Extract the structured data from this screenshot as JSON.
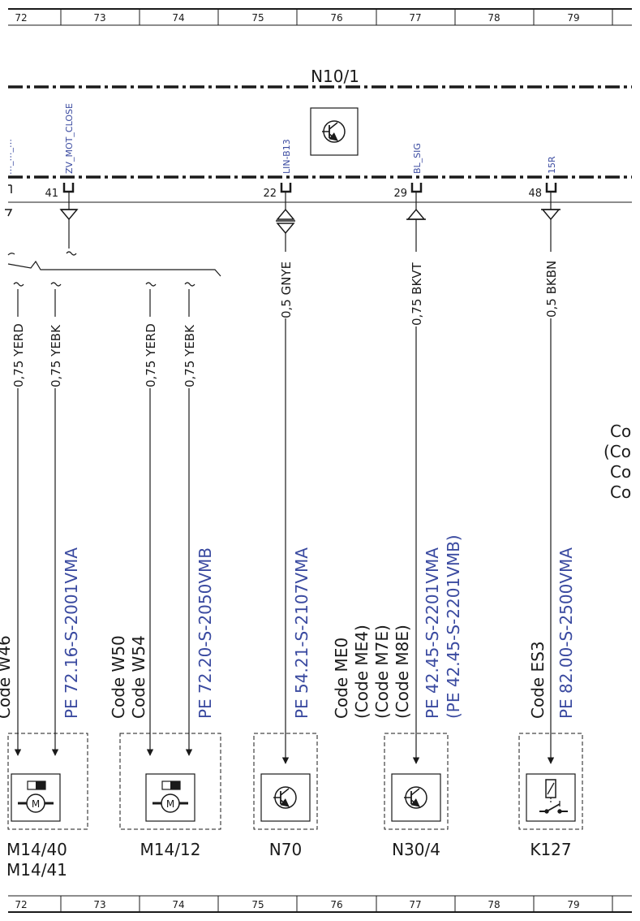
{
  "grid": {
    "columns": [
      "72",
      "73",
      "74",
      "75",
      "76",
      "77",
      "78",
      "79"
    ]
  },
  "module": {
    "name": "N10/1"
  },
  "pins": [
    {
      "signal": "ZV_MOT_CLOSE",
      "number": "41"
    },
    {
      "signal": "LIN-B13",
      "number": "22"
    },
    {
      "signal": "BL_SIG",
      "number": "29"
    },
    {
      "signal": "15R",
      "number": "48"
    }
  ],
  "wires": [
    {
      "label": "0,75 YERD"
    },
    {
      "label": "0,75 YEBK"
    },
    {
      "label": "0,75 YERD"
    },
    {
      "label": "0,75 YEBK"
    },
    {
      "label": "0,5 GNYE"
    },
    {
      "label": "0,75 BKVT"
    },
    {
      "label": "0,5 BKBN"
    }
  ],
  "references": [
    "PE 72.16-S-2001VMA",
    "PE 72.20-S-2050VMB",
    "PE 54.21-S-2107VMA",
    "PE 42.45-S-2201VMA",
    "(PE 42.45-S-2201VMB)",
    "PE 82.00-S-2500VMA"
  ],
  "codes": {
    "left_cut": "Code W46",
    "w": [
      "Code W50",
      "Code W54"
    ],
    "me": [
      "Code ME0",
      "(Code ME4)",
      "(Code M7E)",
      "(Code M8E)"
    ],
    "es": [
      "Code ES3"
    ],
    "right_cut": [
      "Co",
      "(Co",
      "Co",
      "Co"
    ]
  },
  "components": [
    {
      "label": "M14/40"
    },
    {
      "label": "M14/41"
    },
    {
      "label": "M14/12"
    },
    {
      "label": "N70"
    },
    {
      "label": "N30/4"
    },
    {
      "label": "K127"
    }
  ],
  "icons": [
    "motor-icon",
    "transistor-icon",
    "relay-switch-icon",
    "connector-arrow-icon"
  ],
  "colors": {
    "line": "#1a1a1a",
    "reference": "#3a4aa0"
  }
}
